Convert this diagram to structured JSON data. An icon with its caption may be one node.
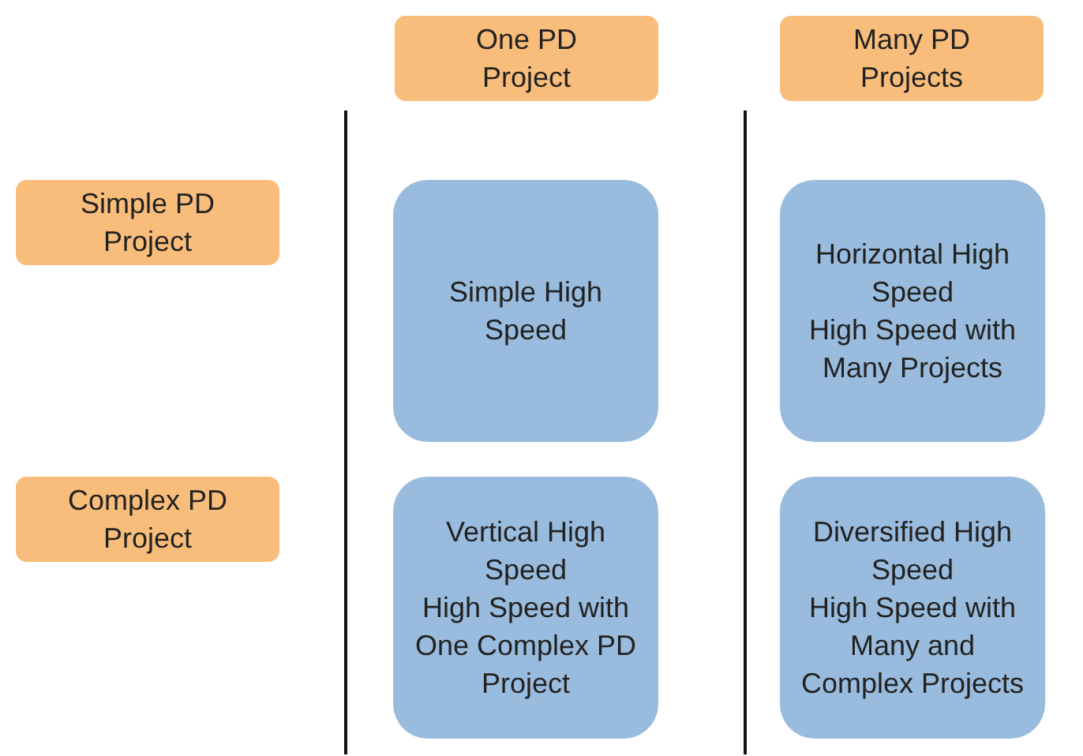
{
  "diagram": {
    "nodes": [
      {
        "text": [
          "One PD Project"
        ]
      },
      {
        "text": [
          "Many PD Projects"
        ]
      },
      {
        "text": [
          "Simple PD Project"
        ]
      },
      {
        "text": [
          "Simple High Speed"
        ]
      },
      {
        "text": [
          "Horizontal High Speed",
          "High Speed with Many Projects"
        ]
      },
      {
        "text": [
          "Complex PD Project"
        ]
      },
      {
        "text": [
          "Vertical High Speed",
          "High Speed with One Complex PD Project"
        ]
      },
      {
        "text": [
          "Diversified High Speed",
          "High Speed with Many and Complex Projects"
        ]
      }
    ]
  }
}
